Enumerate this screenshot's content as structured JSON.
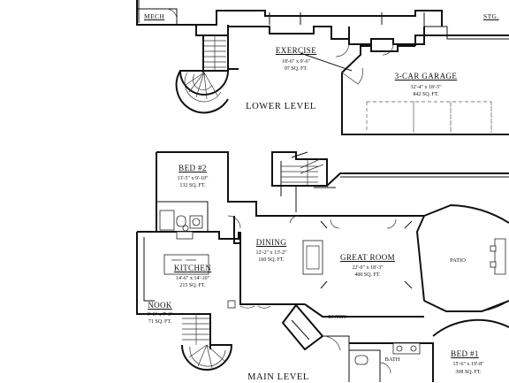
{
  "lower_level": {
    "label": "LOWER LEVEL",
    "rooms": {
      "mech": {
        "name": "MECH"
      },
      "stg": {
        "name": "STG."
      },
      "exercise": {
        "name": "EXERCISE",
        "dims": "18'-6\" x 9'-6\"",
        "area": "97 SQ. FT."
      },
      "garage": {
        "name": "3-CAR GARAGE",
        "dims": "32'-4\" x 18'-5\"",
        "area": "842 SQ. FT."
      }
    }
  },
  "main_level": {
    "label": "MAIN LEVEL",
    "rooms": {
      "bed2": {
        "name": "BED #2",
        "dims": "13'-5\" x 9'-10\"",
        "area": "132 SQ. FT."
      },
      "dining": {
        "name": "DINING",
        "dims": "12'-2\" x 13'-2\"",
        "area": "160 SQ. FT."
      },
      "great_room": {
        "name": "GREAT ROOM",
        "dims": "22'-0\" x 18'-3\"",
        "area": "400 SQ. FT."
      },
      "kitchen": {
        "name": "KITCHEN",
        "dims": "14'-6\" x 14'-10\"",
        "area": "215 SQ. FT."
      },
      "nook": {
        "name": "NOOK",
        "dims": "9'-6\" x 7'-6\"",
        "area": "71 SQ. FT."
      },
      "patio": {
        "name": "PATIO"
      },
      "entry": {
        "name": "ENTRY"
      },
      "bath": {
        "name": "BATH"
      },
      "bed1": {
        "name": "BED #1",
        "dims": "15'-6\" x 19'-8\"",
        "area": "308 SQ. FT."
      }
    }
  }
}
